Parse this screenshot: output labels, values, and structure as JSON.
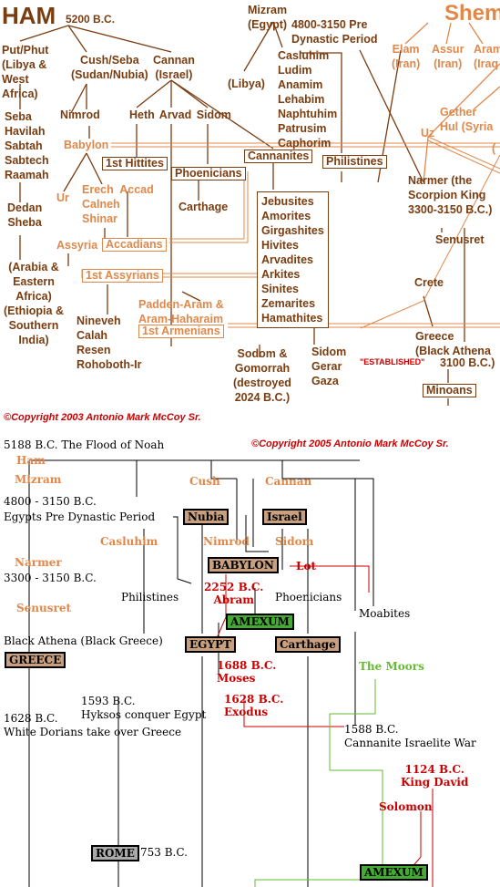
{
  "top": {
    "ham_title": "HAM",
    "ham_date": "5200 B.C.",
    "shem_title": "Shem",
    "mizram": "Mizram\n(Egypt)",
    "mizram_date": "4800-3150 Pre\nDynastic Period",
    "put": "Put/Phut\n(Libya &\nWest\nAfrica)",
    "cush": "Cush/Seba\n(Sudan/Nubia)",
    "cannan": "Cannan\n(Israel)",
    "casluhim": "Casluhim\nLudim\nAnamim\nLehabim\nNaphtuhim\nPatrusim\nCaphorim",
    "libya": "(Libya)",
    "elam": "Elam\n(Iran)",
    "assur": "Assur\n(Iran)",
    "aram": "Aram\n(Iraq",
    "gether": "Gether\nHul (Syria",
    "uz": "Uz",
    "paren": "(",
    "seba_list": "Seba\nHavilah\nSabtah\nSabtech\nRaamah",
    "nimrod": "Nimrod",
    "heth": "Heth  Arvad  Sidom",
    "babylon": "Babylon",
    "hittites": "1st Hittites",
    "cannanites": "Cannanites",
    "philistines": "Philistines",
    "dedan": "Dedan\nSheba",
    "ur": "Ur",
    "erech": "Erech  Accad\nCalneh\nShinar",
    "phoenicians": "Phoenicians",
    "carthage": "Carthage",
    "narmer": "Narmer (the\nScorpion King\n3300-3150 B.C.)",
    "senusret": "Senusret",
    "tribes": "Jebusites\nAmorites\nGirgashites\nHivites\nArvadites\nArkites\nSinites\nZemarites\nHamathites",
    "assyria": "Assyria",
    "accadians": "Accadians",
    "assyrians": "1st Assyrians",
    "arabia": "(Arabia &\nEastern\nAfrica)\n(Ethiopia &\nSouthern\nIndia)",
    "crete": "Crete",
    "nineveh": "Nineveh\nCalah\nResen\nRohoboth-Ir",
    "padden": "Padden-Aram &\nAram-Haharaim",
    "armenians": "1st Armenians",
    "greece": "Greece\n(Black Athena",
    "established": "\"ESTABLISHED\"",
    "greece_date": "3100 B.C.)",
    "sodom": "Sodom &\nGomorrah\n(destroyed\n2024 B.C.)",
    "sidom2": "Sidom\nGerar\nGaza",
    "minoans": "Minoans"
  },
  "bottom": {
    "copyright_2003": "©Copyright 2003  Antonio Mark McCoy Sr.",
    "copyright_2005": "©Copyright 2005 Antonio Mark McCoy Sr.",
    "flood": "5188 B.C. The Flood of Noah",
    "ham": "Ham",
    "mizram": "Mizram",
    "cush": "Cush",
    "cannan": "Cannan",
    "predyn_date": "4800 - 3150 B.C.",
    "predyn": "Egypts Pre Dynastic Period",
    "nubia": "Nubia",
    "israel": "Israel",
    "casluhim": "Casluhim",
    "nimrod": "Nimrod",
    "sidom": "Sidom",
    "narmer": "Narmer",
    "narmer_date": "3300 - 3150 B.C.",
    "babylon": "BABYLON",
    "lot": "Lot",
    "abram": "2252 B.C.\nAbram",
    "philistines": "Philistines",
    "phoenicians": "Phoenicians",
    "moabites": "Moabites",
    "senusret": "Senusret",
    "amexum1": "AMEXUM",
    "black_athena": "Black Athena (Black Greece)",
    "egypt": "EGYPT",
    "carthage": "Carthage",
    "greece": "GREECE",
    "moors": "The Moors",
    "moses": "1688 B.C.\nMoses",
    "exodus": "1628 B.C.\nExodus",
    "hyksos": "1593 B.C.\nHyksos conquer Egypt",
    "dorians": "1628 B.C.\nWhite Dorians take over Greece",
    "war": "1588 B.C.\nCannanite Israelite War",
    "david": "1124 B.C.\nKing David",
    "solomon": "Solomon",
    "rome": "ROME",
    "rome_date": "753 B.C.",
    "amexum2": "AMEXUM"
  },
  "colors": {
    "brown": "#7a3d10",
    "orange": "#e0884a",
    "red": "#cc0000",
    "green": "#66bb33",
    "tan": "#c8a080"
  }
}
